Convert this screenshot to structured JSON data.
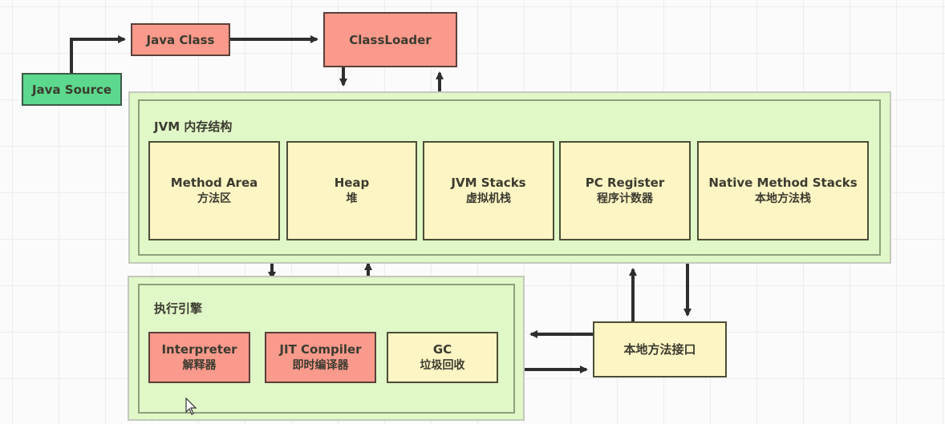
{
  "diagram": {
    "inputs": {
      "java_source": "Java Source",
      "java_class": "Java Class",
      "class_loader": "ClassLoader"
    },
    "jvm_memory": {
      "title": "JVM 内存结构",
      "areas": [
        {
          "en": "Method Area",
          "zh": "方法区"
        },
        {
          "en": "Heap",
          "zh": "堆"
        },
        {
          "en": "JVM Stacks",
          "zh": "虚拟机栈"
        },
        {
          "en": "PC Register",
          "zh": "程序计数器"
        },
        {
          "en": "Native Method Stacks",
          "zh": "本地方法栈"
        }
      ]
    },
    "execution_engine": {
      "title": "执行引擎",
      "components": [
        {
          "en": "Interpreter",
          "zh": "解释器"
        },
        {
          "en": "JIT Compiler",
          "zh": "即时编译器"
        },
        {
          "en": "GC",
          "zh": "垃圾回收"
        }
      ]
    },
    "native_interface": "本地方法接口",
    "connections": [
      {
        "from": "Java Source",
        "to": "Java Class"
      },
      {
        "from": "Java Class",
        "to": "ClassLoader"
      },
      {
        "from": "ClassLoader",
        "to": "JVM 内存结构"
      },
      {
        "from": "JVM 内存结构",
        "to": "ClassLoader"
      },
      {
        "from": "JVM 内存结构",
        "to": "执行引擎"
      },
      {
        "from": "执行引擎",
        "to": "JVM 内存结构"
      },
      {
        "from": "本地方法接口",
        "to": "JVM 内存结构"
      },
      {
        "from": "JVM 内存结构",
        "to": "本地方法接口"
      },
      {
        "from": "本地方法接口",
        "to": "执行引擎"
      },
      {
        "from": "执行引擎",
        "to": "本地方法接口"
      }
    ],
    "colors": {
      "source": "#5cd98c",
      "class_nodes": "#f99a8c",
      "memory_area": "#fdf5c4",
      "container": "#e0f7c8",
      "arrow": "#2e2e2e"
    }
  }
}
